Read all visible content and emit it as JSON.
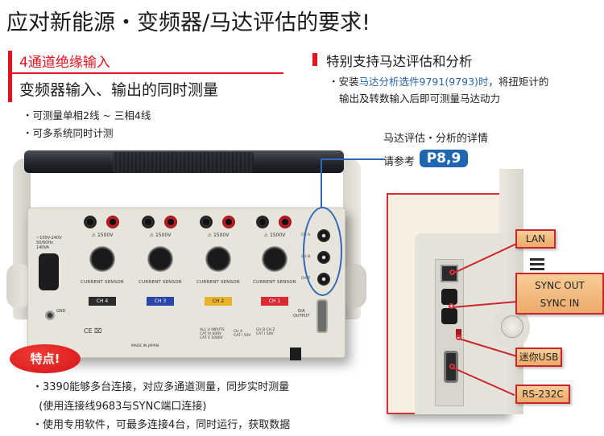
{
  "title": "应对新能源・变频器/马达评估的要求!",
  "left_section": {
    "heading_red": "4通道绝缘输入",
    "heading": "变频器输入、输出的同时测量",
    "bullets": [
      "・可测量单相2线 ~ 三相4线",
      "・可多系统同时计测"
    ]
  },
  "right_section": {
    "heading": "特别支持马达评估和分析",
    "bullet_prefix": "・安装",
    "bullet_link": "马达分析选件9791(9793)时",
    "bullet_suffix": "，将扭矩计的",
    "bullet_line2": "输出及转数输入后即可测量马达动力",
    "reference_label": "马达评估・分析的详情",
    "reference_see": "请参考",
    "reference_pages": "P8,9"
  },
  "instrument": {
    "power_inlet_label": "~100V-240V\n50/60Hz\n140VA",
    "gnd_label": "GND",
    "channels": [
      {
        "id": "ch4",
        "voltage": "±  ⚠  U\n└1500V┘",
        "sensor_label": "CURRENT SENSOR",
        "tag": "CH 4",
        "color": "#2b2b2b"
      },
      {
        "id": "ch3",
        "voltage": "±  ⚠  U\n└1500V┘",
        "sensor_label": "CURRENT SENSOR",
        "tag": "CH 3",
        "color": "#2a45a8"
      },
      {
        "id": "ch2",
        "voltage": "±  ⚠  U\n└1500V┘",
        "sensor_label": "CURRENT SENSOR",
        "tag": "CH 2",
        "color": "#e8b22a"
      },
      {
        "id": "ch1",
        "voltage": "±  ⚠  U\n└1500V┘",
        "sensor_label": "CURRENT SENSOR",
        "tag": "CH 1",
        "color": "#d82a30"
      }
    ],
    "bnc_labels": [
      "CH A",
      "CH B",
      "CH Z"
    ],
    "da_output_label": "D/A\nOUTPUT",
    "ce_mark": "CE ⌧",
    "made_in": "MADE IN JAPAN",
    "cat_labels": [
      "ALL U INPUTS\nCAT III 600V\nCAT II 1000V",
      "CH A\nCAT I 50V",
      "CH B CH Z\nCAT I 50V"
    ]
  },
  "features_badge": "特点!",
  "features": [
    "・3390能够多台连接，对应多通道测量，同步实时测量",
    "  (使用连接线9683与SYNC端口连接)",
    "・使用专用软件，可最多连接4台，同时运行，获取数据"
  ],
  "ports": {
    "lan": "LAN",
    "sync_out": "SYNC OUT",
    "sync_in": "SYNC IN",
    "mini_usb": "迷你USB",
    "rs232c": "RS-232C"
  },
  "colors": {
    "accent_red": "#e3141d",
    "accent_blue": "#1f68b1",
    "tag_orange": "#ecab6a"
  }
}
